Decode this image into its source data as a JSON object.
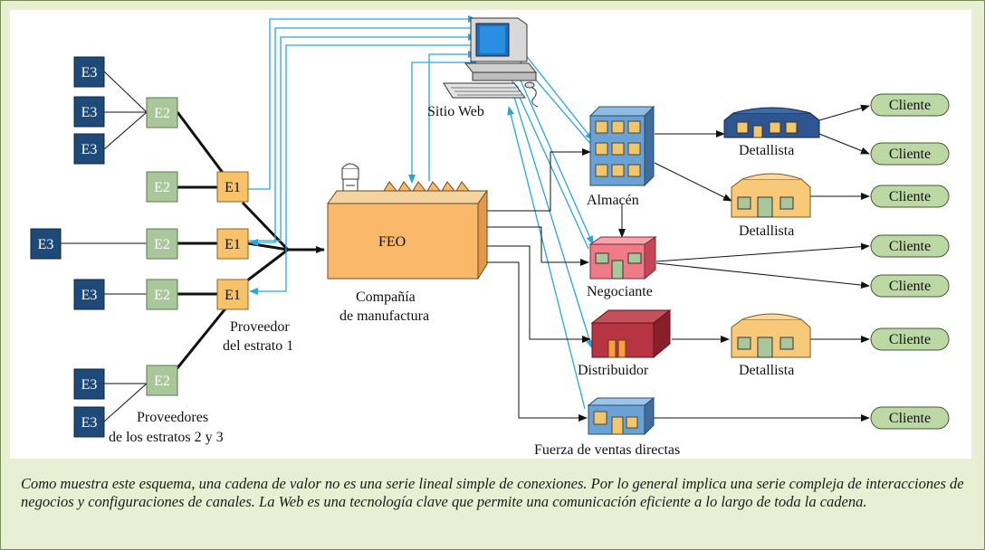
{
  "tiers": {
    "e1": "E1",
    "e2": "E2",
    "e3": "E3"
  },
  "labels": {
    "web": "Sitio Web",
    "feo": "FEO",
    "manufacturer_line1": "Compañía",
    "manufacturer_line2": "de manufactura",
    "tier1_line1": "Proveedor",
    "tier1_line2": "del estrato 1",
    "tier23_line1": "Proveedores",
    "tier23_line2": "de los estratos 2 y 3",
    "warehouse": "Almacén",
    "dealer": "Negociante",
    "distributor": "Distribuidor",
    "retailer": "Detallista",
    "direct_sales": "Fuerza de ventas directas",
    "customer": "Cliente"
  },
  "caption": "Como muestra este esquema, una cadena de valor no es una serie lineal simple de conexiones. Por lo general implica una serie compleja de interacciones de negocios y configuraciones de canales. La Web es una tecnología clave que permite una comunicación eficiente a lo largo de toda la cadena.",
  "colors": {
    "frame": "#e8efd2",
    "e3": "#1d4a78",
    "e2": "#a9c79b",
    "e1": "#f7c26a",
    "factory": "#f9b86a",
    "web_arrows": "#27a6e0",
    "customer_pill": "#bcd8a4"
  }
}
